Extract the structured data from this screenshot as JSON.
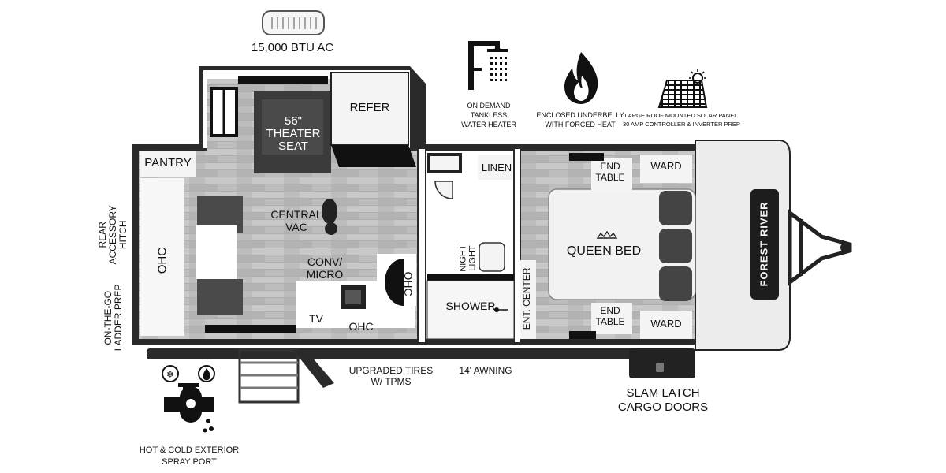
{
  "features": {
    "ac": "15,000 BTU AC",
    "water_heater": [
      "ON DEMAND",
      "TANKLESS",
      "WATER HEATER"
    ],
    "underbelly": [
      "ENCLOSED UNDERBELLY",
      "WITH FORCED HEAT"
    ],
    "solar": [
      "LARGE ROOF MOUNTED SOLAR PANEL",
      "30 AMP CONTROLLER & INVERTER PREP"
    ],
    "spray_port": [
      "HOT & COLD EXTERIOR",
      "SPRAY PORT"
    ],
    "tires": [
      "UPGRADED TIRES",
      "W/ TPMS"
    ],
    "awning": "14' AWNING",
    "cargo_doors": [
      "SLAM LATCH",
      "CARGO DOORS"
    ],
    "rear_hitch": [
      "REAR",
      "ACCESSORY",
      "HITCH"
    ],
    "ladder_prep": [
      "ON-THE-GO",
      "LADDER PREP"
    ]
  },
  "rooms": {
    "refer": "REFER",
    "theater_seat": [
      "56\"",
      "THEATER",
      "SEAT"
    ],
    "pantry": "PANTRY",
    "ohc": "OHC",
    "central_vac": [
      "CENTRAL",
      "VAC"
    ],
    "conv_micro": [
      "CONV/",
      "MICRO"
    ],
    "tv": "TV",
    "linen": "LINEN",
    "night_light": [
      "NIGHT",
      "LIGHT"
    ],
    "shower": "SHOWER",
    "ent_center": "ENT. CENTER",
    "end_table": [
      "END",
      "TABLE"
    ],
    "ward": "WARD",
    "queen_bed": "QUEEN BED"
  },
  "brand": "FOREST RIVER",
  "colors": {
    "outline": "#1a1a1a",
    "floor": "#bdbdbd",
    "wall_dark": "#3a3a3a",
    "furniture": "#f2f2f2",
    "cap": "#e9e9e9"
  }
}
